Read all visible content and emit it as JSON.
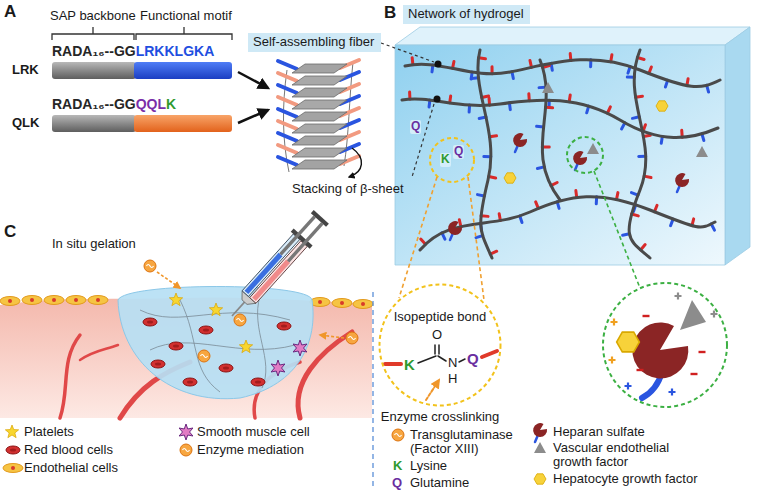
{
  "diagram": {
    "nodes": [
      {
        "text": [
          "Self-assembling fiber"
        ]
      },
      {
        "text": [
          "Network of hydrogel"
        ]
      },
      {
        "text": [
          "Isopeptide bond"
        ]
      }
    ],
    "labels": [
      "A",
      "SAP backbone",
      "Functional motif",
      "RADA₁₆--GG",
      "LRKKLGKA",
      "LRK",
      "RADA₁₆--GG",
      "QQL",
      "K",
      "QLK",
      "Stacking of β-sheet",
      "B",
      "Q",
      "K",
      "Q",
      "C",
      "In situ gelation",
      "O",
      "K",
      "N",
      "H",
      "Q",
      "Enzyme crosslinking",
      "K",
      "Q"
    ],
    "legend": [
      {
        "text": "Platelets"
      },
      {
        "text": "Red blood cells"
      },
      {
        "text": "Endothelial cells"
      },
      {
        "text": "Smooth muscle cell"
      },
      {
        "text": "Enzyme mediation"
      },
      {
        "text": "Transglutaminase (Factor XIII)"
      },
      {
        "text": "Lysine"
      },
      {
        "text": "Glutamine"
      },
      {
        "text": "Heparan sulfate"
      },
      {
        "text": "Vascular endothelial growth factor"
      },
      {
        "text": "Hepatocyte growth factor"
      }
    ]
  }
}
